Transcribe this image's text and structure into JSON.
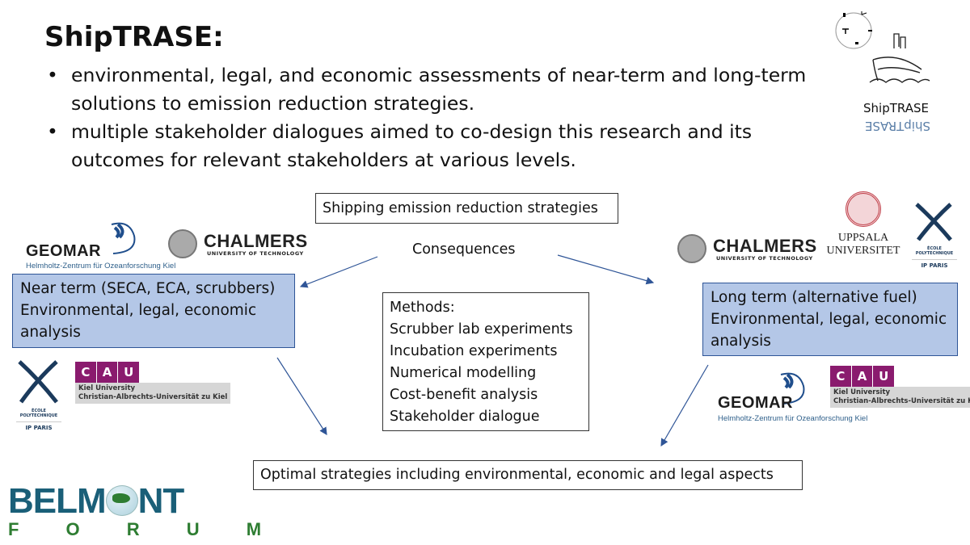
{
  "title": "ShipTRASE:",
  "bullets": [
    {
      "line1": "environmental, legal, and economic assessments of near-term and long-term",
      "line2": "solutions to emission reduction strategies."
    },
    {
      "line1": "multiple stakeholder dialogues aimed to co-design this research and its",
      "line2": "outcomes for relevant stakeholders at various levels."
    }
  ],
  "bullet_symbol": "•",
  "project_logo": {
    "text": "ShipTRASE",
    "mirrored_text": "ShipTRASE"
  },
  "diagram": {
    "top_box": "Shipping emission reduction strategies",
    "consequences": "Consequences",
    "near_term": {
      "line1": "Near term (SECA, ECA, scrubbers)",
      "line2": "Environmental, legal, economic",
      "line3": "analysis"
    },
    "long_term": {
      "line1": "Long term (alternative fuel)",
      "line2": "Environmental, legal, economic",
      "line3": "analysis"
    },
    "methods": {
      "heading": "Methods:",
      "items": [
        "Scrubber lab experiments",
        "Incubation experiments",
        "Numerical modelling",
        "Cost-benefit analysis",
        "Stakeholder dialogue"
      ]
    },
    "bottom_box": "Optimal strategies including environmental, economic and legal aspects"
  },
  "logos": {
    "geomar": {
      "name": "GEOMAR",
      "sub": "Helmholtz-Zentrum für Ozeanforschung Kiel"
    },
    "chalmers": {
      "name": "CHALMERS",
      "sub": "UNIVERSITY OF TECHNOLOGY"
    },
    "uppsala": {
      "line1": "UPPSALA",
      "line2": "UNIVERSITET"
    },
    "polytechnique": {
      "name": "ÉCOLE POLYTECHNIQUE",
      "sub": "IP PARIS"
    },
    "cau": {
      "letters": [
        "C",
        "A",
        "U"
      ],
      "line1": "Kiel University",
      "line2": "Christian-Albrechts-Universität zu Kiel"
    },
    "belmont": {
      "line1a": "BELM",
      "line1b": "NT",
      "line2": "F O R U M"
    }
  },
  "colors": {
    "box_fill": "#b4c7e7",
    "box_border": "#2f5597",
    "arrow": "#2f5597",
    "cau": "#8a1b6e",
    "belmont_blue": "#1a5f78",
    "belmont_green": "#2e7d32"
  }
}
